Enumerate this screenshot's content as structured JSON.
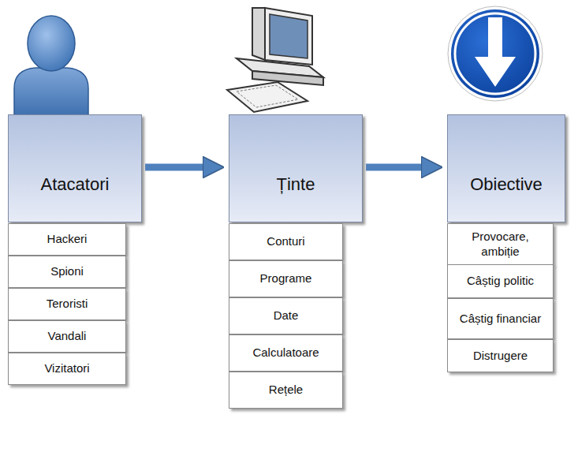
{
  "diagram": {
    "nodes": [
      {
        "text": [
          "Atacatori"
        ]
      },
      {
        "text": [
          "Hackeri"
        ]
      },
      {
        "text": [
          "Spioni"
        ]
      },
      {
        "text": [
          "Teroristi"
        ]
      },
      {
        "text": [
          "Vandali"
        ]
      },
      {
        "text": [
          "Vizitatori"
        ]
      },
      {
        "text": [
          "Ținte"
        ]
      },
      {
        "text": [
          "Conturi"
        ]
      },
      {
        "text": [
          "Programe"
        ]
      },
      {
        "text": [
          "Date"
        ]
      },
      {
        "text": [
          "Calculatoare"
        ]
      },
      {
        "text": [
          "Rețele"
        ]
      },
      {
        "text": [
          "Obiective"
        ]
      },
      {
        "text": [
          "Provocare, ambiție"
        ]
      },
      {
        "text": [
          "Câștig politic"
        ]
      },
      {
        "text": [
          "Câștig financiar"
        ]
      },
      {
        "text": [
          "Distrugere"
        ]
      }
    ],
    "edges": [
      {
        "from": 0,
        "to": 6,
        "arrow": "to"
      },
      {
        "from": 6,
        "to": 12,
        "arrow": "to"
      }
    ]
  }
}
